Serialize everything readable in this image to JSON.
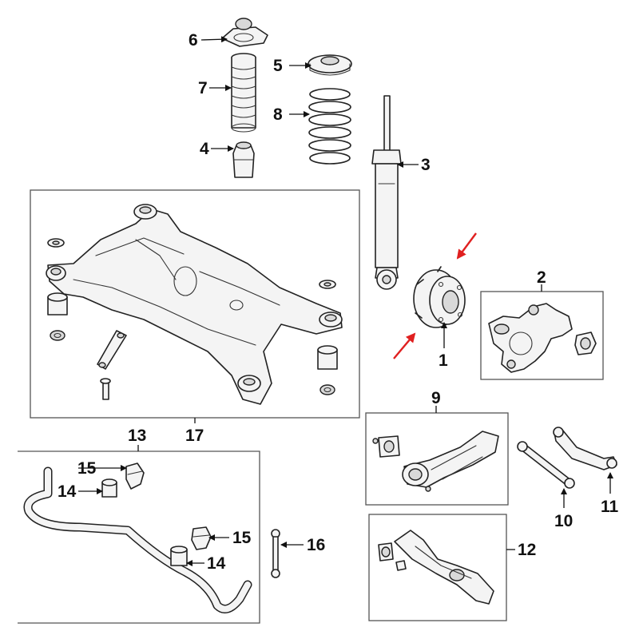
{
  "callouts": {
    "c1": "1",
    "c2": "2",
    "c3": "3",
    "c4": "4",
    "c5": "5",
    "c6": "6",
    "c7": "7",
    "c8": "8",
    "c9": "9",
    "c10": "10",
    "c11": "11",
    "c12": "12",
    "c13": "13",
    "c14a": "14",
    "c14b": "14",
    "c15a": "15",
    "c15b": "15",
    "c16": "16",
    "c17": "17"
  },
  "colors": {
    "line": "#222222",
    "callout_text": "#111111",
    "highlight_arrow": "#e02020",
    "box_border": "#555555"
  }
}
